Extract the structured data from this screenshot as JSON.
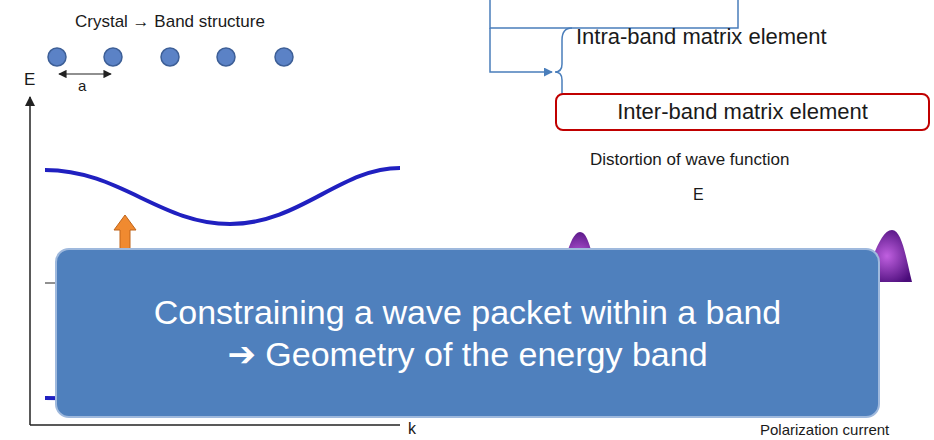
{
  "diagram": {
    "nodes": [
      {
        "text": [
          "Inter-band matrix element"
        ]
      },
      {
        "text": [
          "Constraining a wave packet within a band",
          "➔ Geometry of the energy band"
        ]
      }
    ],
    "labels": [
      "Crystal → Band structure",
      "a",
      "E",
      "k",
      "Intra-band matrix element",
      "Distortion of wave function",
      "E",
      "Polarization current"
    ]
  }
}
